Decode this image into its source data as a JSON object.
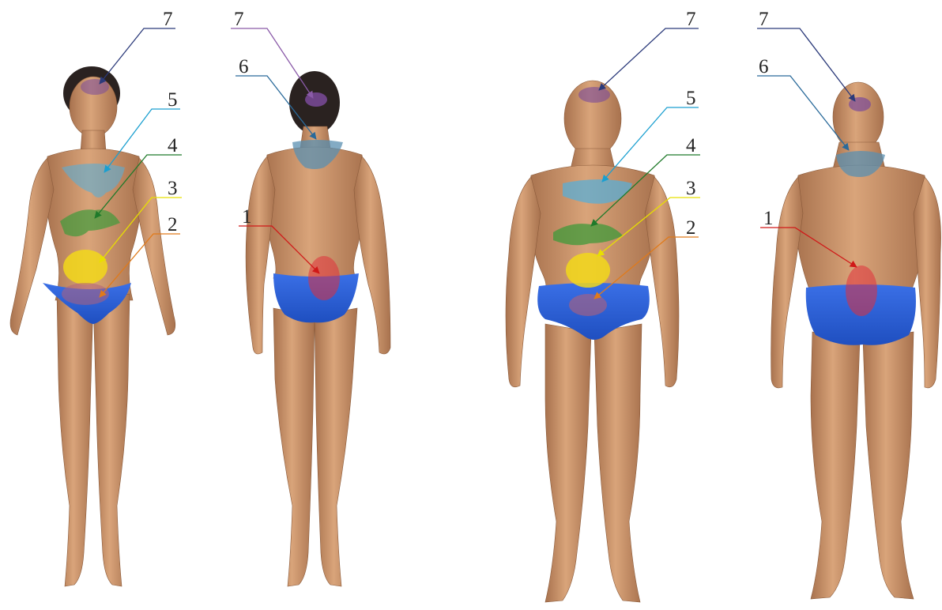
{
  "figures": [
    {
      "view": "female-front",
      "labels": [
        {
          "text": "7",
          "color": "#2b3a7a"
        },
        {
          "text": "5",
          "color": "#1a9fd0"
        },
        {
          "text": "4",
          "color": "#1f7a2a"
        },
        {
          "text": "3",
          "color": "#e8e000"
        },
        {
          "text": "2",
          "color": "#e07a1a"
        }
      ]
    },
    {
      "view": "female-back",
      "labels": [
        {
          "text": "7",
          "color": "#8a5aa8"
        },
        {
          "text": "6",
          "color": "#2a6a9a"
        },
        {
          "text": "1",
          "color": "#d01818"
        }
      ]
    },
    {
      "view": "male-front",
      "labels": [
        {
          "text": "7",
          "color": "#2b3a7a"
        },
        {
          "text": "5",
          "color": "#1a9fd0"
        },
        {
          "text": "4",
          "color": "#1f7a2a"
        },
        {
          "text": "3",
          "color": "#e8e000"
        },
        {
          "text": "2",
          "color": "#e07a1a"
        }
      ]
    },
    {
      "view": "male-back",
      "labels": [
        {
          "text": "7",
          "color": "#2b3a7a"
        },
        {
          "text": "6",
          "color": "#2a6a9a"
        },
        {
          "text": "1",
          "color": "#d01818"
        }
      ]
    }
  ],
  "colors": {
    "skin": "#c9936a",
    "skin_shadow": "#a8724e",
    "hair": "#2a2220",
    "briefs": "#2f63d8",
    "zone_1": "#e0303a",
    "zone_2": "#b0607a",
    "zone_3": "#f2d81a",
    "zone_4": "#3f9a3a",
    "zone_5": "#5aaed6",
    "zone_6": "#5a8fb0",
    "zone_7": "#7a4a9a"
  }
}
